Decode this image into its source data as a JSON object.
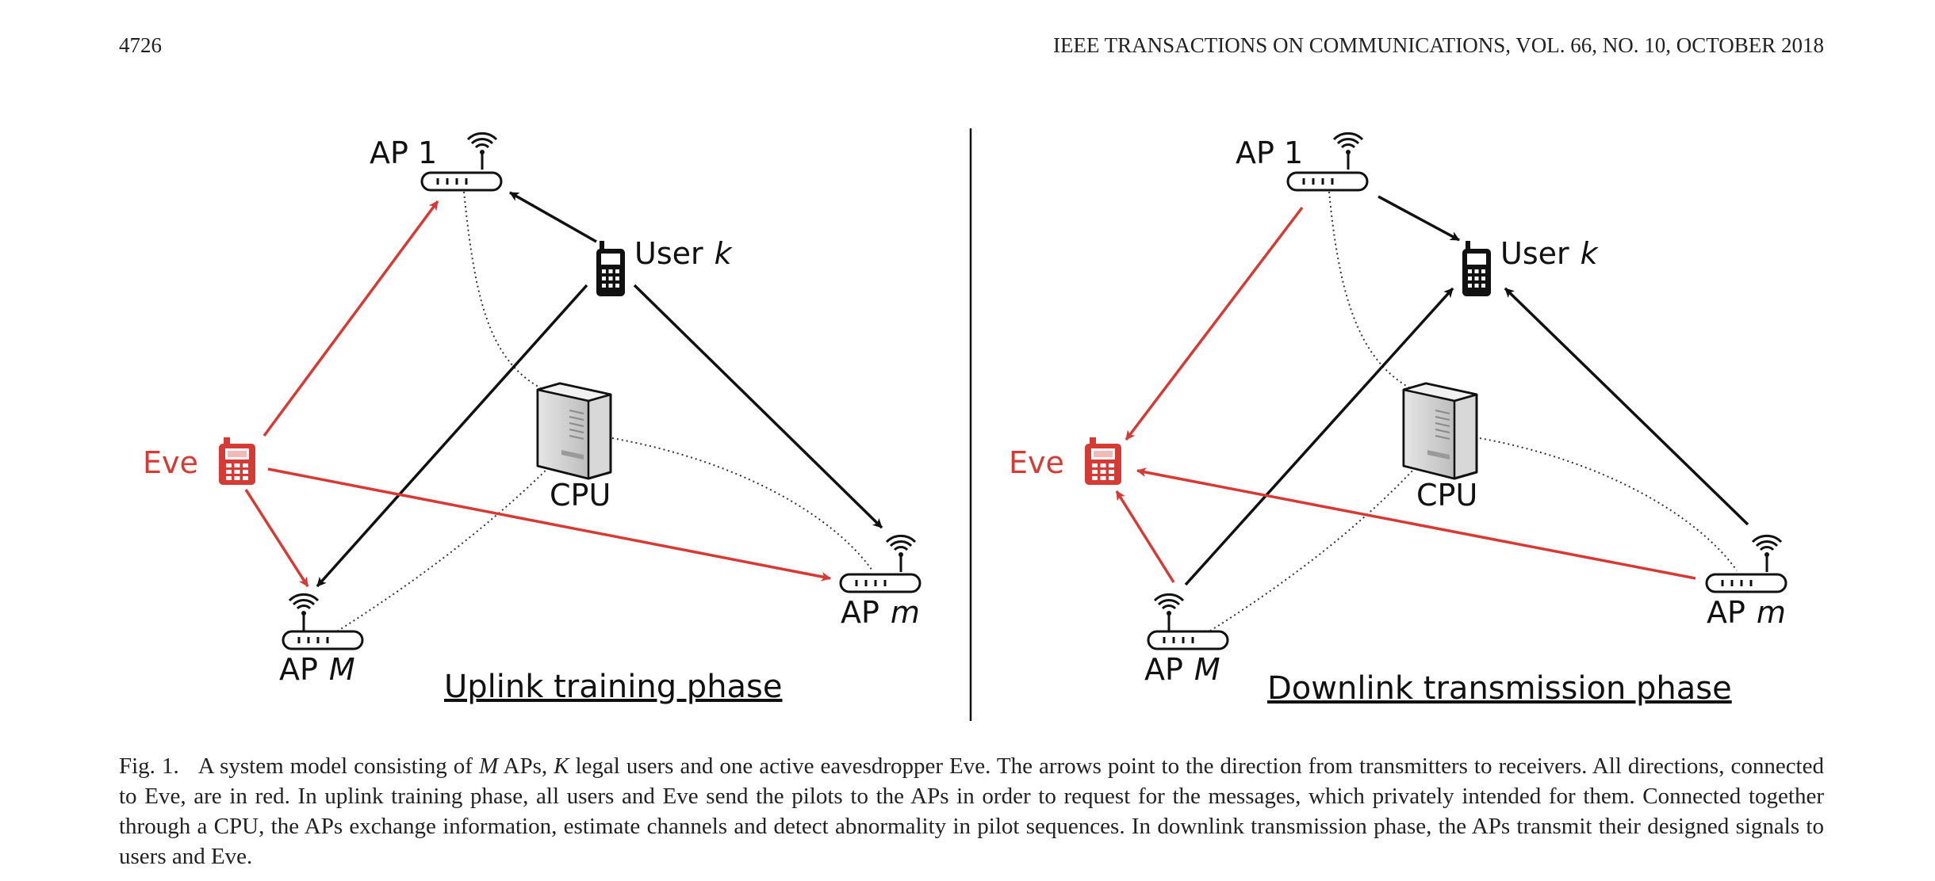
{
  "header": {
    "page_number": "4726",
    "running_title": "IEEE TRANSACTIONS ON COMMUNICATIONS, VOL. 66, NO. 10, OCTOBER 2018"
  },
  "figure": {
    "labels": {
      "ap1": "AP 1",
      "ap_m_prefix": "AP",
      "ap_m_var": "m",
      "ap_M_prefix": "AP",
      "ap_M_var": "M",
      "user_prefix": "User",
      "user_var": "k",
      "eve": "Eve",
      "cpu": "CPU"
    },
    "left_panel_title": "Uplink training phase",
    "right_panel_title": "Downlink transmission phase",
    "colors": {
      "eve_links": "#d63a34",
      "legal_links": "#111111",
      "backhaul": "#333333"
    },
    "icons": [
      "access-point-icon",
      "phone-icon",
      "server-icon",
      "wifi-icon"
    ]
  },
  "caption": {
    "label": "Fig. 1.",
    "t1": "A system model consisting of ",
    "v_M": "M",
    "t2": " APs, ",
    "v_K": "K",
    "t3": " legal users and one active eavesdropper Eve. The arrows point to the direction from transmitters to receivers. All directions, connected to Eve, are in red. In uplink training phase, all users and Eve send the pilots to the APs in order to request for the messages, which privately intended for them. Connected together through a CPU, the APs exchange information, estimate channels and detect abnormality in pilot sequences. In downlink transmission phase, the APs transmit their designed signals to users and Eve."
  }
}
